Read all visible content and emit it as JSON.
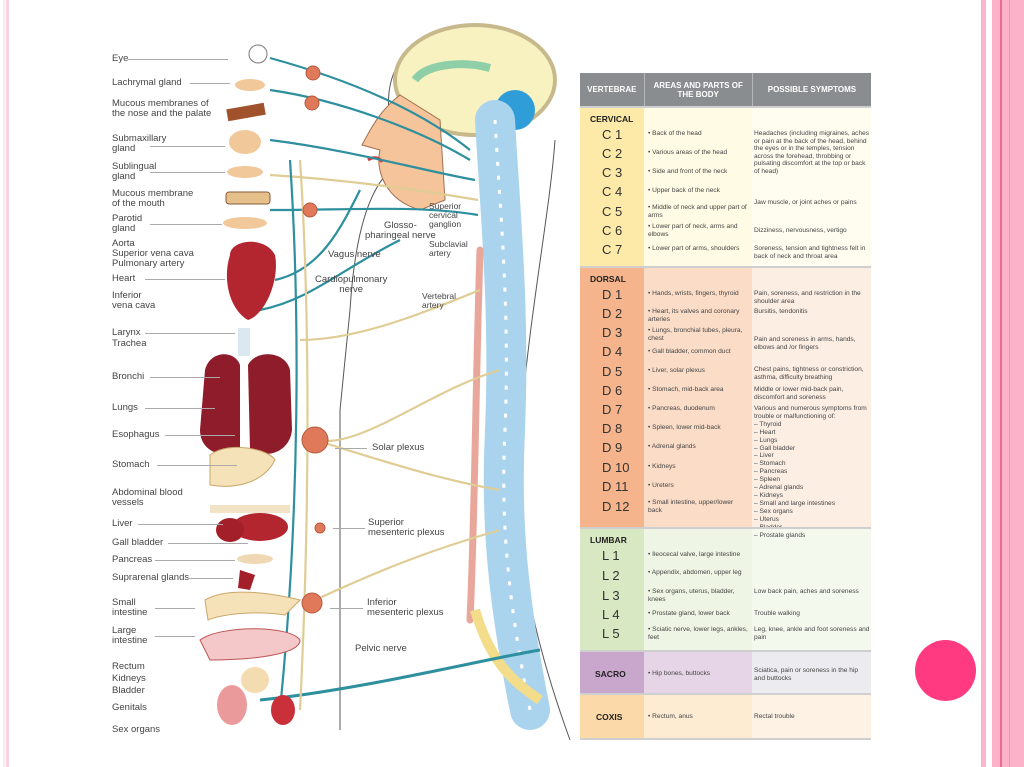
{
  "decor": {
    "accent_color": "#ff3a80",
    "border_color": "#fcb3c9"
  },
  "diagram": {
    "organ_labels": [
      "Eye",
      "Lachrymal gland",
      "Mucous membranes of\nthe nose and the palate",
      "Submaxillary\ngland",
      "Sublingual\ngland",
      "Mucous membrane\nof the mouth",
      "Parotid\ngland",
      "Aorta",
      "Superior vena cava",
      "Pulmonary artery",
      "Heart",
      "Inferior\nvena cava",
      "Larynx",
      "Trachea",
      "Bronchi",
      "Lungs",
      "Esophagus",
      "Stomach",
      "Abdominal blood\nvessels",
      "Liver",
      "Gall bladder",
      "Pancreas",
      "Suprarenal glands",
      "Small\nintestine",
      "Large\nintestine",
      "Rectum",
      "Kidneys",
      "Bladder",
      "Genitals",
      "Sex organs"
    ],
    "nerve_labels": [
      "Glosso-\npharingeal nerve",
      "Vagus nerve",
      "Superior\ncervical\nganglion",
      "Subclavial\nartery",
      "Cardiopulmonary\nnerve",
      "Vertebral\nartery",
      "Solar plexus",
      "Superior\nmesenteric plexus",
      "Inferior\nmesenteric plexus",
      "Pelvic nerve"
    ]
  },
  "table": {
    "headers": [
      "VERTEBRAE",
      "AREAS AND PARTS OF THE BODY",
      "POSSIBLE SYMPTOMS"
    ],
    "sections": [
      {
        "name": "CERVICAL",
        "color": "#fde9a8",
        "rows": [
          {
            "v": "C 1",
            "area": "• Back of the head"
          },
          {
            "v": "C 2",
            "area": "• Various areas of the head"
          },
          {
            "v": "C 3",
            "area": "• Side and front of the neck"
          },
          {
            "v": "C 4",
            "area": "• Upper back of the neck"
          },
          {
            "v": "C 5",
            "area": "• Middle of neck and upper part of arms"
          },
          {
            "v": "C 6",
            "area": "• Lower part of neck, arms and elbows"
          },
          {
            "v": "C 7",
            "area": "• Lower part of arms, shoulders"
          }
        ],
        "symptoms": [
          "Headaches (including migraines, aches or pain at the back of the head, behind the eyes or in the temples, tension across the forehead, throbbing or pulsating discomfort at the top or back of head)",
          "Jaw muscle, or joint aches or pains",
          "Dizziness, nervousness, vertigo",
          "Soreness, tension and tightness felt in back of neck and throat area"
        ]
      },
      {
        "name": "DORSAL",
        "color": "#f5b48c",
        "rows": [
          {
            "v": "D 1",
            "area": "• Hands, wrists, fingers, thyroid"
          },
          {
            "v": "D 2",
            "area": "• Heart, its valves and coronary arteries"
          },
          {
            "v": "D 3",
            "area": "• Lungs, bronchial tubes, pleura, chest"
          },
          {
            "v": "D 4",
            "area": "• Gall bladder, common duct"
          },
          {
            "v": "D 5",
            "area": "• Liver, solar plexus"
          },
          {
            "v": "D 6",
            "area": "• Stomach, mid-back area"
          },
          {
            "v": "D 7",
            "area": "• Pancreas, duodenum"
          },
          {
            "v": "D 8",
            "area": "• Spleen, lower mid-back"
          },
          {
            "v": "D 9",
            "area": "• Adrenal glands"
          },
          {
            "v": "D 10",
            "area": "• Kidneys"
          },
          {
            "v": "D 11",
            "area": "• Ureters"
          },
          {
            "v": "D 12",
            "area": "• Small intestine, upper/lower back"
          }
        ],
        "symptoms": [
          "Pain, soreness, and restriction in the shoulder area",
          "Bursitis, tendonitis",
          "Pain and soreness in arms, hands, elbows and /or fingers",
          "Chest pains, tightness or constriction, asthma, difficulty breathing",
          "Middle or lower mid-back pain, discomfort and soreness",
          "Various and numerous symptoms from trouble or malfunctioning of:\n– Thyroid\n– Heart\n– Lungs\n– Gall bladder\n– Liver\n– Stomach\n– Pancreas\n– Spleen\n– Adrenal glands\n– Kidneys\n– Small and large intestines\n– Sex organs\n– Uterus\n– Bladder\n– Prostate glands"
        ]
      },
      {
        "name": "LUMBAR",
        "color": "#d7e8c2",
        "rows": [
          {
            "v": "L 1",
            "area": "• Ileocecal valve, large intestine"
          },
          {
            "v": "L 2",
            "area": "• Appendix, abdomen, upper leg"
          },
          {
            "v": "L 3",
            "area": "• Sex organs, uterus, bladder, knees"
          },
          {
            "v": "L 4",
            "area": "• Prostate gland, lower back"
          },
          {
            "v": "L 5",
            "area": "• Sciatic nerve, lower legs, ankles, feet"
          }
        ],
        "symptoms": [
          "Low back pain, aches and soreness",
          "Trouble walking",
          "Leg, knee, ankle and foot soreness and pain"
        ]
      },
      {
        "name": "SACRO",
        "color": "#c9a7cc",
        "rows": [
          {
            "v": "",
            "area": "• Hip bones, buttocks"
          }
        ],
        "symptoms": [
          "Sciatica, pain or soreness in the hip and buttocks"
        ]
      },
      {
        "name": "COXIS",
        "color": "#fcd9a8",
        "rows": [
          {
            "v": "",
            "area": "• Rectum, anus"
          }
        ],
        "symptoms": [
          "Rectal trouble"
        ]
      }
    ]
  }
}
